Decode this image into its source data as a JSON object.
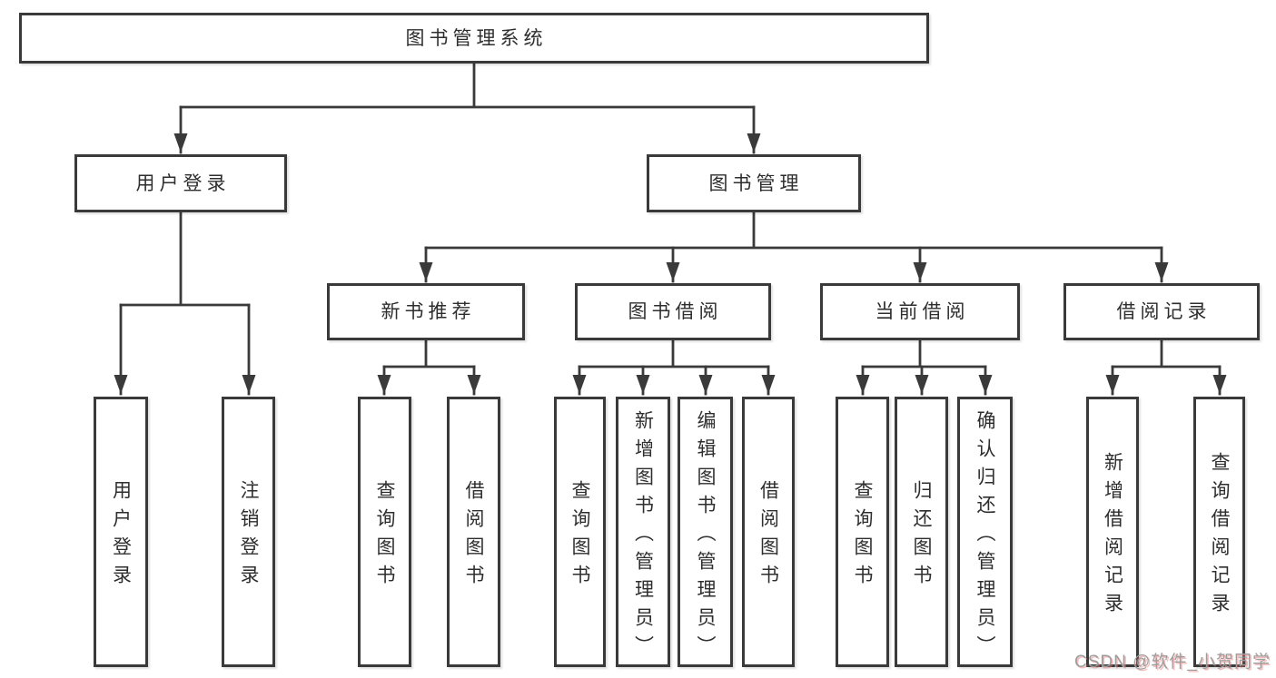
{
  "diagram": {
    "root": {
      "label": "图书管理系统"
    },
    "level2": [
      {
        "label": "用户登录"
      },
      {
        "label": "图书管理"
      }
    ],
    "level3": [
      {
        "label": "新书推荐",
        "parent": "图书管理"
      },
      {
        "label": "图书借阅",
        "parent": "图书管理"
      },
      {
        "label": "当前借阅",
        "parent": "图书管理"
      },
      {
        "label": "借阅记录",
        "parent": "图书管理"
      }
    ],
    "level4": [
      {
        "label": "用户登录",
        "parent": "用户登录"
      },
      {
        "label": "注销登录",
        "parent": "用户登录"
      },
      {
        "label": "查询图书",
        "parent": "新书推荐"
      },
      {
        "label": "借阅图书",
        "parent": "新书推荐"
      },
      {
        "label": "查询图书",
        "parent": "图书借阅"
      },
      {
        "label": "新增图书（管理员）",
        "parent": "图书借阅"
      },
      {
        "label": "编辑图书（管理员）",
        "parent": "图书借阅"
      },
      {
        "label": "借阅图书",
        "parent": "图书借阅"
      },
      {
        "label": "查询图书",
        "parent": "当前借阅"
      },
      {
        "label": "归还图书",
        "parent": "当前借阅"
      },
      {
        "label": "确认归还（管理员）",
        "parent": "当前借阅"
      },
      {
        "label": "新增借阅记录",
        "parent": "借阅记录"
      },
      {
        "label": "查询借阅记录",
        "parent": "借阅记录"
      }
    ]
  },
  "watermark": {
    "text": "CSDN @软件_小贺同学"
  },
  "colors": {
    "line": "#3a3a3a",
    "box_border": "#3a3a3a",
    "box_fill": "#ffffff",
    "text": "#2e2e2e",
    "background": "#ffffff",
    "watermark": "#9e9e9e"
  }
}
